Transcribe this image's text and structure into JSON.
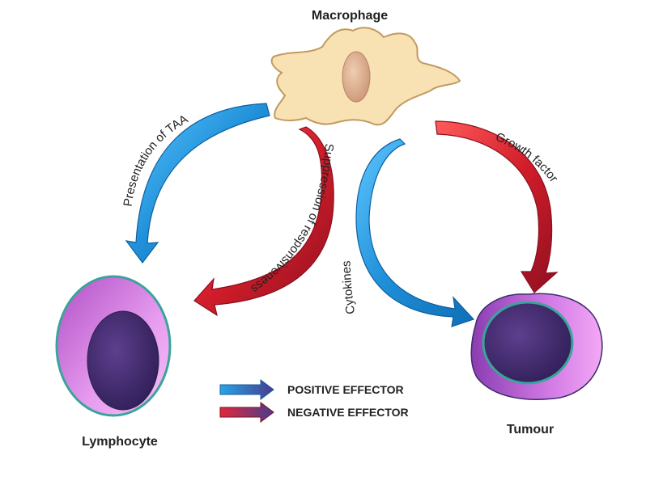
{
  "labels": {
    "macrophage": "Macrophage",
    "lymphocyte": "Lymphocyte",
    "tumour": "Tumour"
  },
  "arrows": {
    "presentation": "Presentation of TAA",
    "suppression": "Suppression of responsiveness",
    "cytokines": "Cytokines",
    "growth": "Growth factor"
  },
  "legend": {
    "positive": "POSITIVE EFFECTOR",
    "negative": "NEGATIVE EFFECTOR"
  },
  "colors": {
    "positive": "#1f8fd6",
    "negative": "#d11f2b",
    "cell_outline": "#3aa49a",
    "macrophage_fill": "#f8e2b4"
  },
  "icons": {
    "positive": "blue-arrow",
    "negative": "red-arrow"
  }
}
